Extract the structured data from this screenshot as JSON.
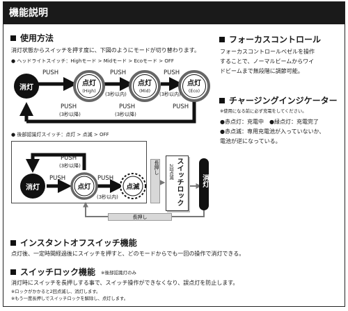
{
  "title": "機能説明",
  "usage": {
    "heading": "使用方法",
    "intro": "消灯状態からスイッチを押す度に、下図のようにモードが切り替わります。",
    "head_label": "● ヘッドライトスイッチ：Highモード > Midモード > Ecoモード > OFF",
    "off": "消灯",
    "on": "点灯",
    "high": "(High)",
    "mid": "(Mid)",
    "eco": "(Eco)",
    "push": "PUSH",
    "within3": "(3秒以内)",
    "after3": "(3秒以降)",
    "rear_label": "● 後部認識灯スイッチ：点灯 > 点滅 > OFF",
    "blink": "点滅",
    "long_press": "長押し",
    "lock_title": "スイッチロック",
    "lock_sub": "2回点滅",
    "lock_off": "消灯"
  },
  "focus": {
    "heading": "フォーカスコントロール",
    "line1": "フォーカスコントロールベゼルを操作",
    "line2": "することで、ノーマルビームからワイ",
    "line3": "ドビームまで無段階に調節可能。"
  },
  "charge": {
    "heading": "チャージングインジケーター",
    "note": "※使用になる前に必ず充電をしてください。",
    "line1": "●赤点灯：充電中　●緑点灯：充電完了",
    "line2": "●赤点滅：専用充電池が入っていないか、",
    "line3": "電池が逆になっている。"
  },
  "instant": {
    "heading": "インスタントオフスイッチ機能",
    "text": "点灯後、一定時間経過後にスイッチを押すと、どのモードからでも一回の操作で消灯できる。"
  },
  "lock": {
    "heading": "スイッチロック機能",
    "heading_note": "※後部認識灯のみ",
    "text": "消灯時にスイッチを長押しする事で、スイッチ操作ができなくなり、誤点灯を防止します。",
    "note1": "※ロックがかかると2回点滅し、消灯します。",
    "note2": "※もう一度長押しでスイッチロックを解除し、点灯します。"
  },
  "colors": {
    "ink": "#1a1a1a",
    "paper": "#ffffff",
    "gray": "#d8d8d8",
    "box_gray": "#c8c8c8"
  }
}
